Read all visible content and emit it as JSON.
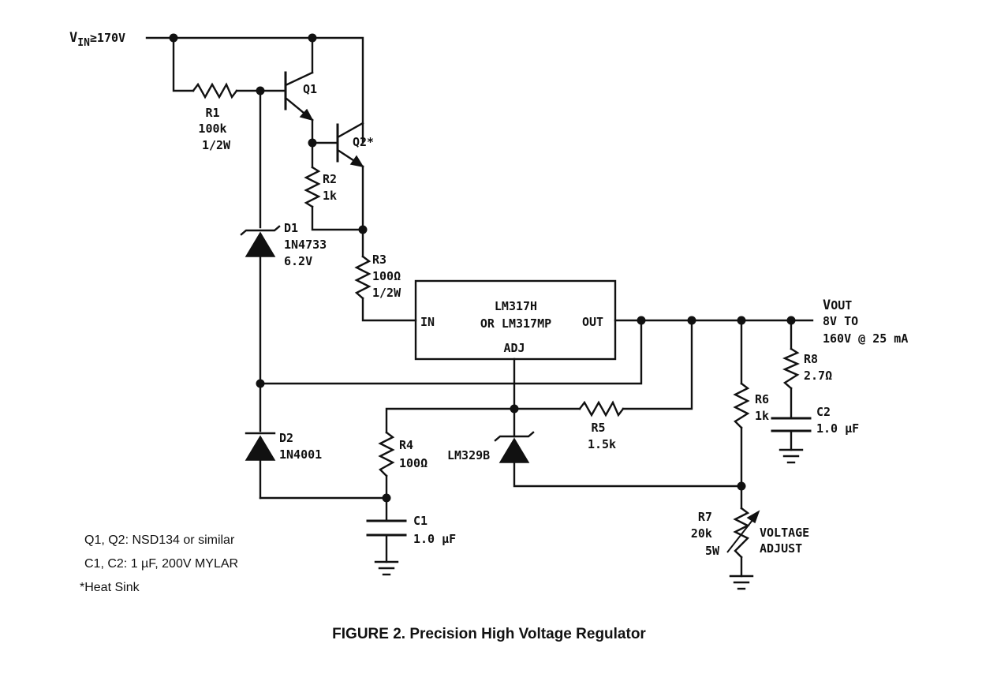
{
  "vin": {
    "main": "V",
    "sub": "IN",
    "rest": "≥170V"
  },
  "q1": "Q1",
  "q2": "Q2*",
  "r1": [
    "R1",
    "100k",
    "1/2W"
  ],
  "r2": [
    "R2",
    "1k"
  ],
  "d1": [
    "D1",
    "1N4733",
    "6.2V"
  ],
  "r3": [
    "R3",
    "100Ω",
    "1/2W"
  ],
  "reg": {
    "name1": "LM317H",
    "name2": "OR LM317MP",
    "in": "IN",
    "out": "OUT",
    "adj": "ADJ"
  },
  "vout": {
    "main": "V",
    "sub": "OUT",
    "line1": "8V TO",
    "line2": "160V @ 25 mA"
  },
  "r8": [
    "R8",
    "2.7Ω"
  ],
  "r6": [
    "R6",
    "1k"
  ],
  "c2": [
    "C2",
    "1.0 µF"
  ],
  "r5": [
    "R5",
    "1.5k"
  ],
  "d2": [
    "D2",
    "1N4001"
  ],
  "r4": [
    "R4",
    "100Ω"
  ],
  "zener": "LM329B",
  "c1": [
    "C1",
    "1.0 µF"
  ],
  "r7": [
    "R7",
    "20k",
    "5W"
  ],
  "voltage_adjust": [
    "VOLTAGE",
    "ADJUST"
  ],
  "notes": [
    "Q1, Q2: NSD134 or similar",
    "C1, C2: 1 µF, 200V MYLAR",
    "*Heat Sink"
  ],
  "caption": "FIGURE 2. Precision High Voltage Regulator"
}
